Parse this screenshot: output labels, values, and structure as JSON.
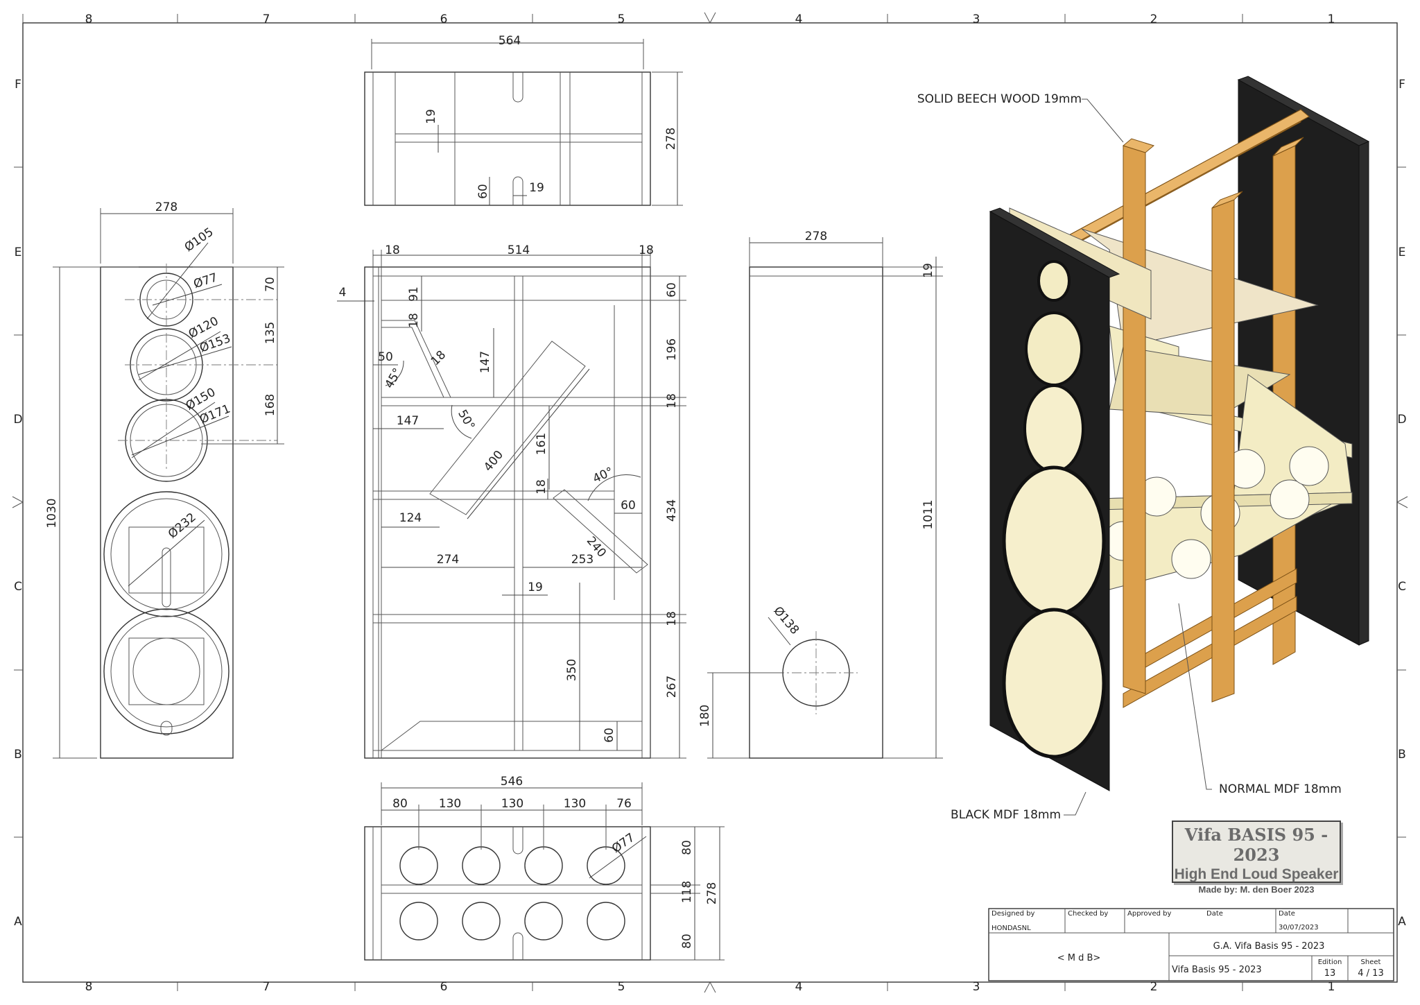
{
  "grid": {
    "columns": [
      "8",
      "7",
      "6",
      "5",
      "4",
      "3",
      "2",
      "1"
    ],
    "rows": [
      "F",
      "E",
      "D",
      "C",
      "B",
      "A"
    ]
  },
  "views": {
    "top": {
      "width": "564",
      "height": "278",
      "rail": "19",
      "slot_h": "60",
      "slot_w": "19"
    },
    "front": {
      "width": "278",
      "height": "1030",
      "d1": "Ø105",
      "d2": "Ø77",
      "d3": "Ø120",
      "d4": "Ø153",
      "d5": "Ø150",
      "d6": "Ø171",
      "d7": "Ø232",
      "s1": "70",
      "s2": "135",
      "s3": "168"
    },
    "section": {
      "left_wall": "18",
      "inner": "514",
      "right_wall": "18",
      "front_offset": "4",
      "v91": "91",
      "v18a": "18",
      "h50": "50",
      "angle45": "45°",
      "b18": "18",
      "v147": "147",
      "h147": "147",
      "angle50": "50°",
      "panel400": "400",
      "v161": "161",
      "h124": "124",
      "v18c": "18",
      "angle40": "40°",
      "h60": "60",
      "panel240": "240",
      "h274": "274",
      "h253": "253",
      "h19": "19",
      "v350": "350",
      "v60": "60",
      "r60": "60",
      "r196": "196",
      "r18a": "18",
      "r434": "434",
      "r18b": "18",
      "r267": "267"
    },
    "side": {
      "width": "278",
      "top": "19",
      "height": "1011",
      "port": "Ø138",
      "port_h": "180"
    },
    "bottom": {
      "total": "546",
      "w1": "80",
      "w2": "130",
      "w3": "130",
      "w4": "130",
      "w5": "76",
      "hole": "Ø77",
      "h1": "80",
      "h2": "118",
      "h3": "80",
      "height": "278"
    }
  },
  "callouts": {
    "solid_beech": "SOLID BEECH WOOD 19mm",
    "normal_mdf": "NORMAL MDF 18mm",
    "black_mdf": "BLACK MDF 18mm"
  },
  "stamp": {
    "title": "Vifa BASIS 95 - 2023",
    "subtitle": "High End Loud Speaker",
    "author": "Made by: M. den Boer 2023"
  },
  "title_block": {
    "designed_by_label": "Designed by",
    "designed_by": "HONDASNL",
    "checked_by_label": "Checked by",
    "approved_by_label": "Approved by",
    "date_label_1": "Date",
    "date_label_2": "Date",
    "date": "30/07/2023",
    "company": "< M d B>",
    "drawing_title": "G.A. Vifa Basis 95 - 2023",
    "part_name": "Vifa Basis 95 - 2023",
    "edition_label": "Edition",
    "edition": "13",
    "sheet_label": "Sheet",
    "sheet": "4 / 13"
  },
  "colors": {
    "black_mdf": "#1e1e1e",
    "normal_mdf": "#f3ecc4",
    "beech": "#dca04c",
    "stamp_bg": "#e9e8e2"
  }
}
